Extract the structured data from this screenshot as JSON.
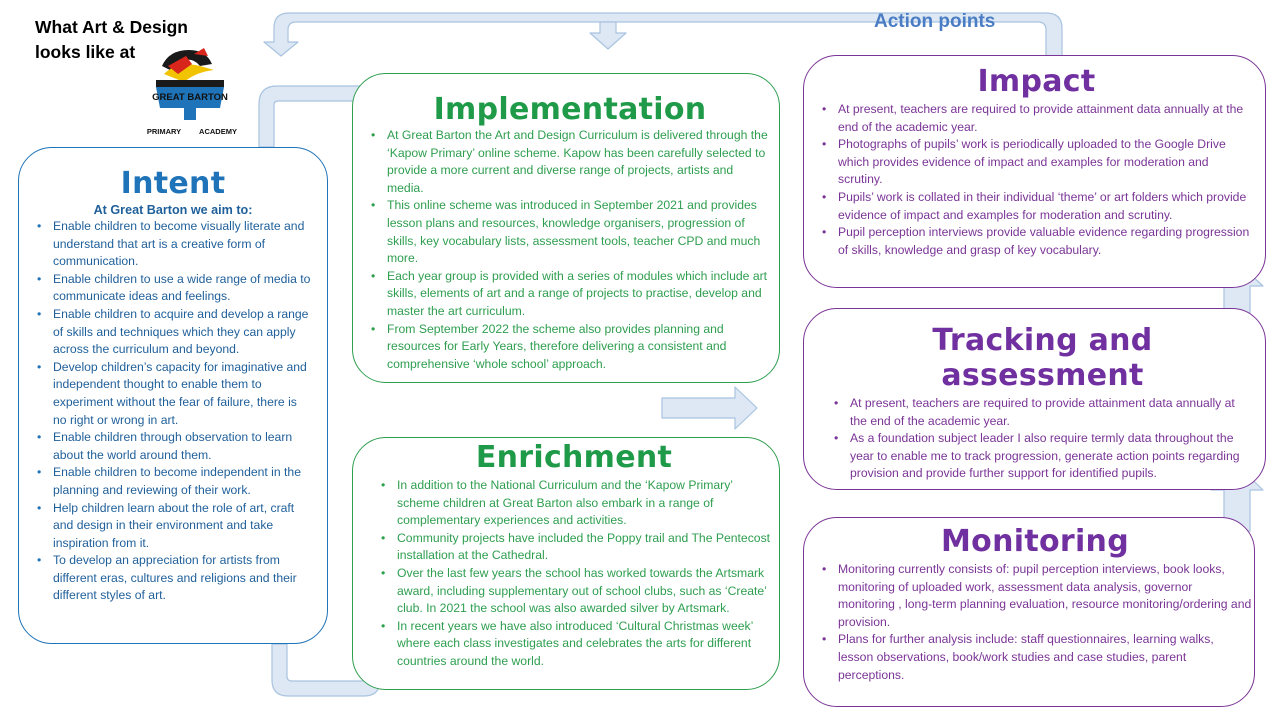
{
  "title": "What Art & Design looks like at",
  "action_points": "Action points",
  "logo": {
    "line1": "GREAT BARTON",
    "line2_left": "PRIMARY",
    "line2_right": "ACADEMY",
    "accent_color": "#1f73b8"
  },
  "colors": {
    "intent": "#1f73b8",
    "green": "#2e9e4f",
    "purple": "#7030a0",
    "arrow_fill": "#dde8f4",
    "arrow_stroke": "#a9c3e0"
  },
  "intent": {
    "heading": "Intent",
    "subheading": "At Great Barton we aim to:",
    "items": [
      "Enable children to become visually literate and understand that art is a creative form of communication.",
      "Enable children to use a wide range of media to communicate ideas and feelings.",
      "Enable children to acquire and develop a range of skills and techniques which they can apply across the curriculum and beyond.",
      "Develop children’s capacity for imaginative and independent thought to enable them to experiment without the fear of failure, there is no right or wrong in art.",
      "Enable children through observation to learn about the world around them.",
      "Enable children to become independent in the planning and reviewing of their work.",
      "Help children learn about the role of art, craft and design in their environment and take inspiration from it.",
      "To develop an appreciation for artists from different eras, cultures and religions and their different styles of art."
    ]
  },
  "implementation": {
    "heading": "Implementation",
    "items": [
      "At Great Barton the Art and Design Curriculum is delivered through the ‘Kapow Primary’ online scheme. Kapow has been carefully selected to provide a more current and diverse range of projects, artists and media.",
      "This online scheme was introduced in September 2021 and provides lesson plans and resources, knowledge organisers, progression of skills, key vocabulary lists, assessment tools, teacher CPD and much more.",
      "Each year group is provided with a series of modules which include art skills, elements of art and a range of projects to practise, develop and master the art curriculum.",
      "From September 2022 the scheme also provides planning and resources for Early Years, therefore delivering a consistent and comprehensive ‘whole school’ approach."
    ]
  },
  "enrichment": {
    "heading": "Enrichment",
    "items": [
      "In addition to the National Curriculum and the ‘Kapow Primary’ scheme children at Great Barton also embark in a range of complementary experiences and activities.",
      "Community projects have included the Poppy trail and The Pentecost installation at the Cathedral.",
      "Over the last few years the school has worked towards the Artsmark award, including supplementary out of school clubs, such as ‘Create’ club. In 2021 the school was also awarded silver by Artsmark.",
      "In recent years we have also introduced ‘Cultural Christmas week’ where each class investigates and celebrates the arts for different countries around the world."
    ]
  },
  "impact": {
    "heading": "Impact",
    "items": [
      "At present, teachers are required to provide attainment data annually at the end of the academic year.",
      "Photographs of pupils’ work is periodically uploaded to the Google Drive which provides evidence of impact and examples for moderation and scrutiny.",
      "Pupils’ work is collated in their individual ‘theme’ or art folders which provide evidence of impact and examples for moderation and scrutiny.",
      "Pupil perception interviews provide valuable evidence regarding progression of skills, knowledge and grasp of key vocabulary."
    ]
  },
  "tracking": {
    "heading": "Tracking and assessment",
    "items": [
      "At present, teachers are required to provide attainment data annually at the end of the academic year.",
      "As a foundation subject leader I also require termly data throughout the year to enable me to track progression, generate action points regarding provision and provide further support for identified pupils."
    ]
  },
  "monitoring": {
    "heading": "Monitoring",
    "items": [
      "Monitoring currently consists of: pupil perception interviews, book looks, monitoring of uploaded work, assessment data analysis, governor monitoring , long-term planning evaluation, resource monitoring/ordering and provision.",
      "Plans for further analysis include: staff questionnaires, learning walks, lesson observations, book/work studies and case studies, parent perceptions."
    ]
  }
}
